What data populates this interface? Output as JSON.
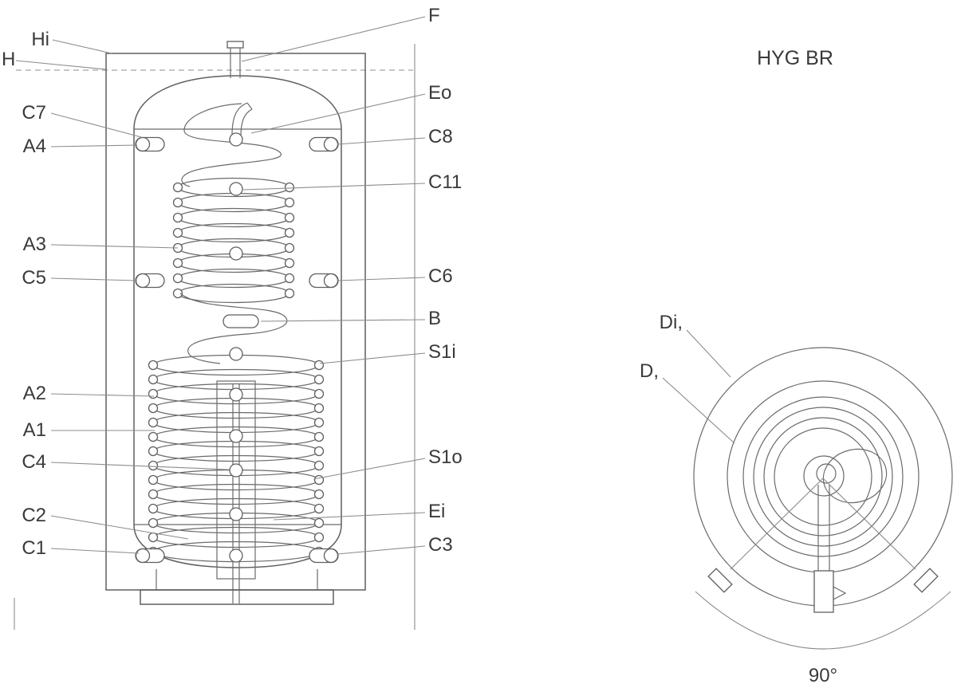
{
  "title": "HYG BR",
  "style": {
    "line_color": "#5f5f5f",
    "leader_color": "#8c8c8c",
    "text_color": "#3a3a3a"
  },
  "front_view": {
    "description": "buffer-tank-front-section",
    "left_labels": [
      "Hi",
      "H",
      "C7",
      "A4",
      "A3",
      "C5",
      "A2",
      "A1",
      "C4",
      "C2",
      "C1"
    ],
    "right_labels": [
      "F",
      "Eo",
      "C8",
      "C11",
      "C6",
      "B",
      "S1i",
      "S1o",
      "Ei",
      "C3"
    ]
  },
  "top_view": {
    "description": "tank-top-section",
    "diameter_insulation": "Di,",
    "diameter_tank": "D,",
    "angle": "90°"
  }
}
